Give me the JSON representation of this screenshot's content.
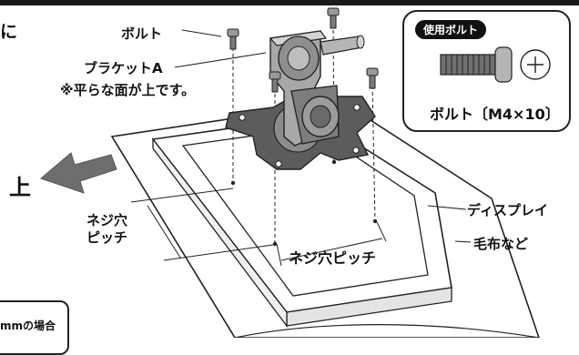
{
  "labels": {
    "fragment_top": "に",
    "bolt": "ボルト",
    "bracket_line1": "ブラケットA",
    "bracket_line2": "※平らな面が上です。",
    "up": "上",
    "pitch_left_line1": "ネジ穴",
    "pitch_left_line2": "ピッチ",
    "pitch_main": "ネジ穴ピッチ",
    "display": "ディスプレイ",
    "blanket": "毛布など",
    "fragment_bottom": "mmの場合"
  },
  "callout": {
    "badge": "使用ボルト",
    "spec": "ボルト〔M4×10〕"
  },
  "colors": {
    "line": "#222222",
    "arrow": "#6e6e6e",
    "bracket_dark": "#5c5c5c",
    "bracket_mid": "#a8a8a8",
    "bracket_light": "#d2d2d2",
    "callout_badge": "#111111"
  }
}
